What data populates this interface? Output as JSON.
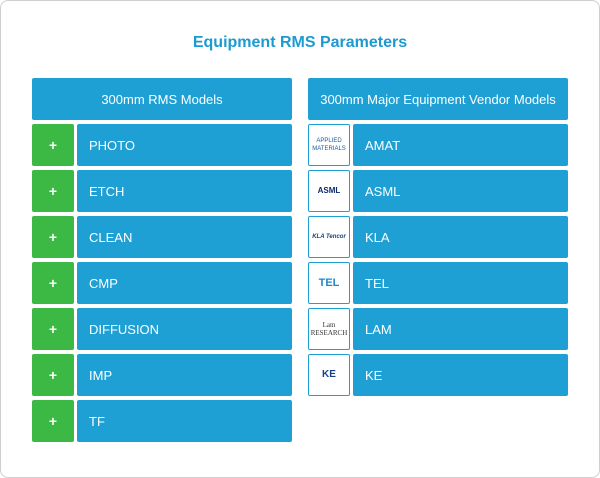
{
  "title": "Equipment RMS Parameters",
  "left": {
    "header": "300mm RMS Models",
    "items": [
      {
        "label": "PHOTO",
        "icon": "+"
      },
      {
        "label": "ETCH",
        "icon": "+"
      },
      {
        "label": "CLEAN",
        "icon": "+"
      },
      {
        "label": "CMP",
        "icon": "+"
      },
      {
        "label": "DIFFUSION",
        "icon": "+"
      },
      {
        "label": "IMP",
        "icon": "+"
      },
      {
        "label": "TF",
        "icon": "+"
      }
    ]
  },
  "right": {
    "header": "300mm Major Equipment Vendor Models",
    "items": [
      {
        "label": "AMAT",
        "logo": "APPLIED MATERIALS"
      },
      {
        "label": "ASML",
        "logo": "ASML"
      },
      {
        "label": "KLA",
        "logo": "KLA Tencor"
      },
      {
        "label": "TEL",
        "logo": "TEL"
      },
      {
        "label": "LAM",
        "logo": "Lam RESEARCH"
      },
      {
        "label": "KE",
        "logo": "KE"
      }
    ]
  },
  "colors": {
    "accent": "#1ea0d4",
    "title": "#1d9ad0",
    "plus": "#3cb944"
  }
}
